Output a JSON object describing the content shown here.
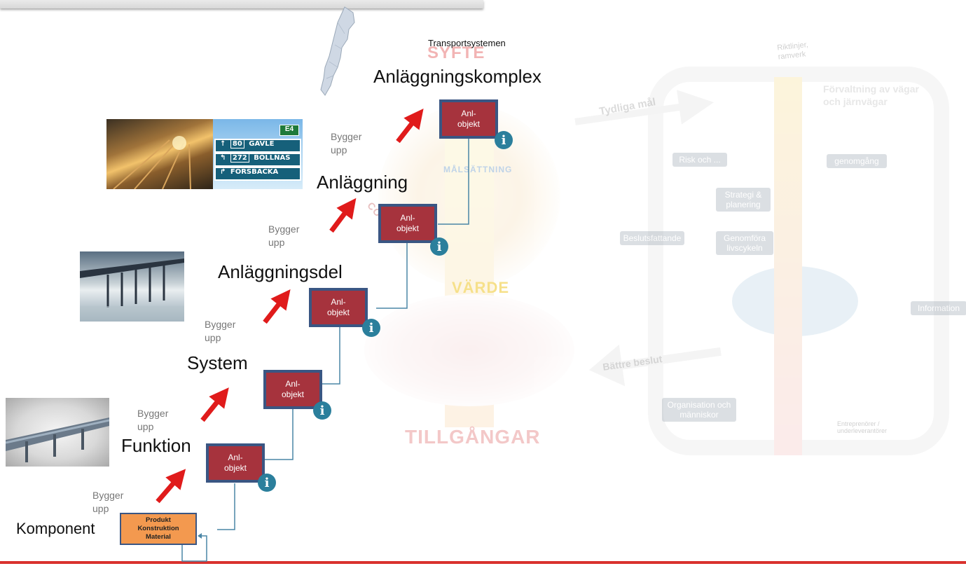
{
  "scope": "Transportsystemen",
  "levels": {
    "komplex": "Anläggningskomplex",
    "anlaggning": "Anläggning",
    "anlaggningsdel": "Anläggningsdel",
    "system": "System",
    "funktion": "Funktion",
    "komponent": "Komponent"
  },
  "builds_up": "Bygger\nupp",
  "object_label": "Anl-\nobjekt",
  "info_glyph": "i",
  "component_box": [
    "Produkt",
    "Konstruktion",
    "Material"
  ],
  "sign": {
    "road": "E4",
    "rows": [
      {
        "arrow": "↑",
        "number": "80",
        "place": "GÄVLE"
      },
      {
        "arrow": "↰",
        "number": "272",
        "place": "BOLLNÄS"
      },
      {
        "arrow": "↱",
        "number": "",
        "place": "FORSBACKA"
      }
    ]
  },
  "background_left": {
    "syfte": "SYFTE",
    "malsattning": "MÅLSÄTTNING",
    "context": "CONTEXT",
    "varde": "VÄRDE",
    "tillgangar": "TILLGÅNGAR"
  },
  "background_right": {
    "title": "Förvaltning av vägar och järnvägar",
    "tydliga_mal": "Tydliga mål",
    "battre_beslut": "Bättre beslut",
    "riktlinjer": "Riktlinjer, ramverk",
    "risk": "Risk och ...",
    "genomgang": "genomgång",
    "strategi": "Strategi & planering",
    "beslutsfattande": "Beslutsfattande",
    "genomfora": "Genomföra livscykeln",
    "information": "Information",
    "organisation": "Organisation och människor",
    "entreprenorer": "Entreprenörer / underleverantörer"
  },
  "colors": {
    "object_fill": "#a6333d",
    "object_border": "#3a5683",
    "component_fill": "#f3994f",
    "info": "#2b7f9c",
    "arrow": "#e01b1b",
    "connector": "#4a86a6"
  }
}
